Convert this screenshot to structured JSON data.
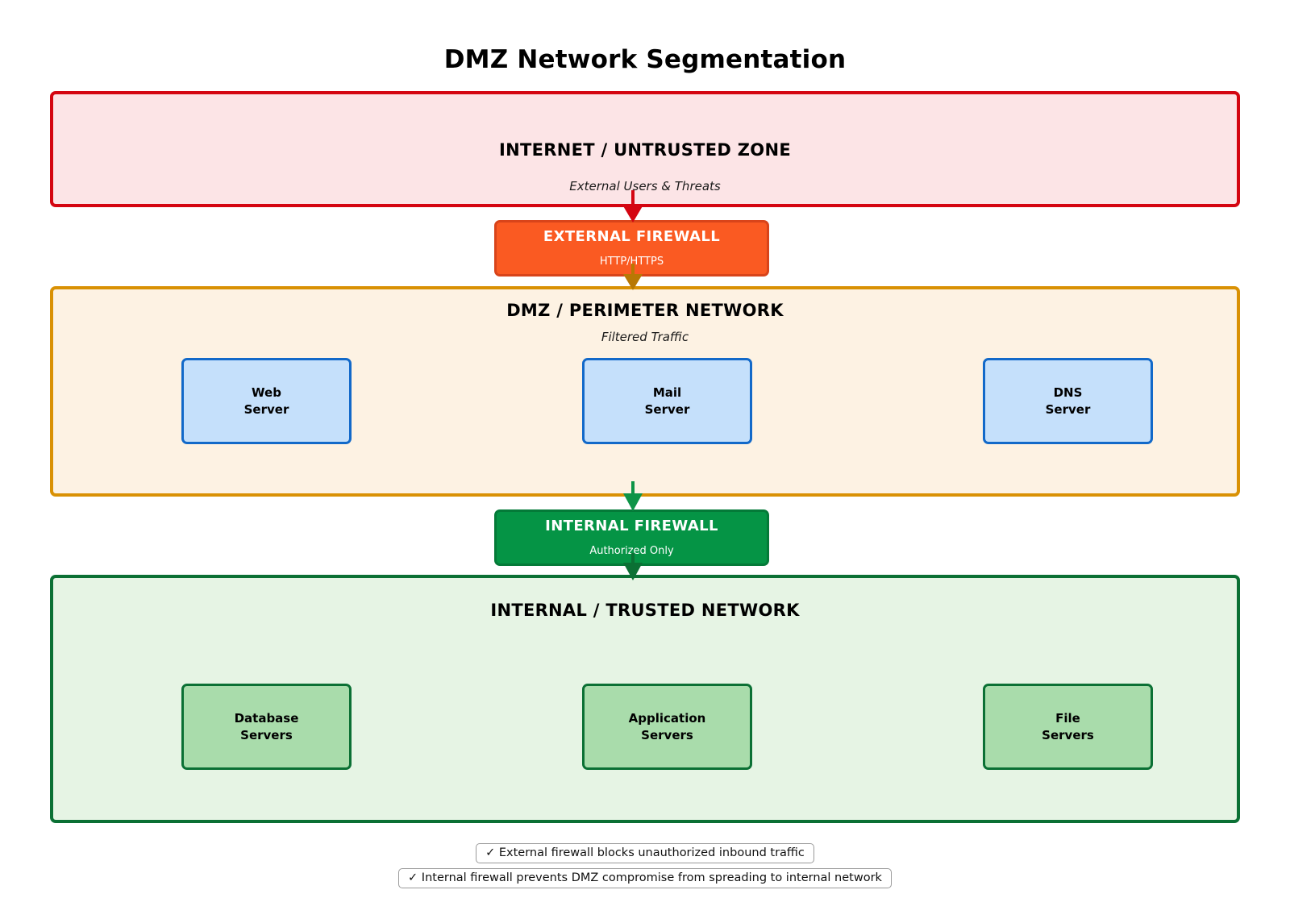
{
  "title": "DMZ Network Segmentation",
  "zones": [
    {
      "id": "internet",
      "title": "INTERNET / UNTRUSTED ZONE",
      "subtitle": "External Users & Threats",
      "fill": "#fce4e6",
      "border": "#d40511",
      "nodes": []
    },
    {
      "id": "dmz",
      "title": "DMZ / PERIMETER NETWORK",
      "subtitle": "Filtered Traffic",
      "fill": "#fdf2e3",
      "border": "#d99104",
      "nodes": [
        {
          "label": "Web\nServer"
        },
        {
          "label": "Mail\nServer"
        },
        {
          "label": "DNS\nServer"
        }
      ]
    },
    {
      "id": "internal",
      "title": "INTERNAL / TRUSTED NETWORK",
      "subtitle": "",
      "fill": "#e6f4e4",
      "border": "#0b7034",
      "nodes": [
        {
          "label": "Database\nServers"
        },
        {
          "label": "Application\nServers"
        },
        {
          "label": "File\nServers"
        }
      ]
    }
  ],
  "firewalls": [
    {
      "id": "external",
      "title": "EXTERNAL FIREWALL",
      "subtitle": "HTTP/HTTPS",
      "fill": "#fa5a22",
      "border": "#d8441a",
      "text_color": "#ffffff"
    },
    {
      "id": "internal",
      "title": "INTERNAL FIREWALL",
      "subtitle": "Authorized Only",
      "fill": "#059445",
      "border": "#047a38",
      "text_color": "#ffffff"
    }
  ],
  "arrows": [
    {
      "id": "internet-to-external-firewall",
      "color": "#d40511"
    },
    {
      "id": "external-firewall-to-dmz",
      "color": "#b87804"
    },
    {
      "id": "dmz-to-internal-firewall",
      "color": "#0e9447"
    },
    {
      "id": "internal-firewall-to-internal",
      "color": "#0b7034"
    }
  ],
  "notes": [
    {
      "check": "✓",
      "text": "External firewall blocks unauthorized inbound traffic"
    },
    {
      "check": "✓",
      "text": "Internal firewall prevents DMZ compromise from spreading to internal network"
    }
  ],
  "node_styles": {
    "dmz_fill": "#c5e0fb",
    "dmz_border": "#1269c9",
    "internal_fill": "#a9dcab",
    "internal_border": "#0b7034"
  }
}
